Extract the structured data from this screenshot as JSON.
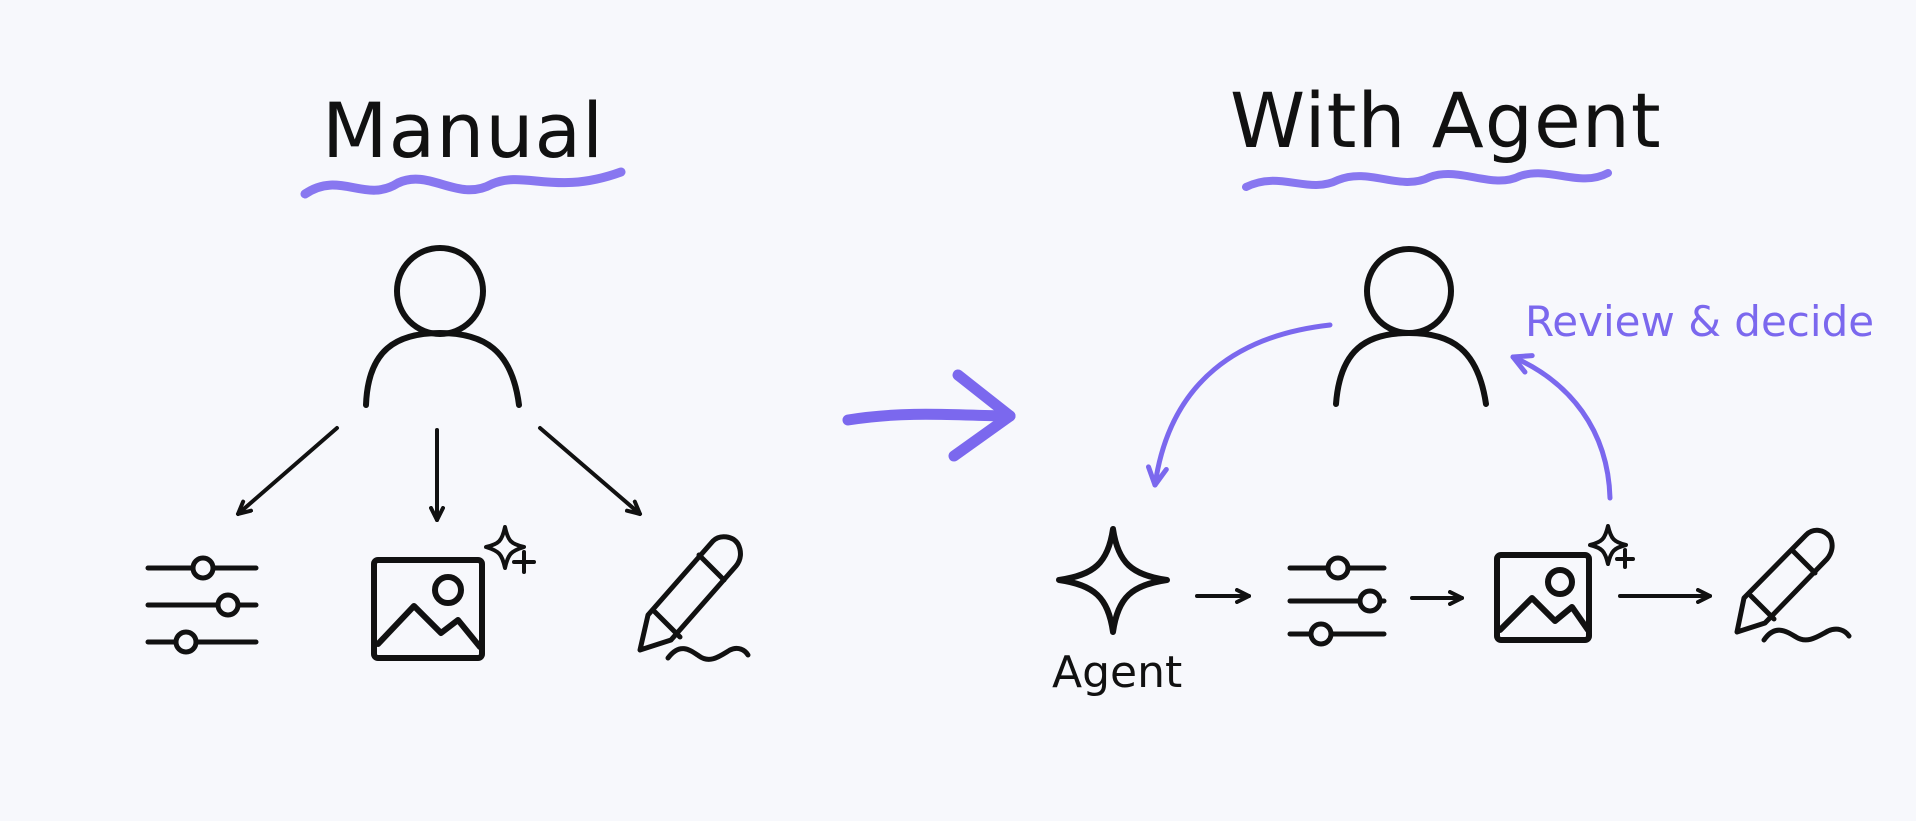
{
  "diagram": {
    "manual": {
      "title": "Manual",
      "icons": [
        "person-icon",
        "sliders-icon",
        "image-sparkle-icon",
        "pencil-icon"
      ]
    },
    "agent": {
      "title": "With Agent",
      "agent_label": "Agent",
      "review_label": "Review & decide",
      "icons": [
        "person-icon",
        "agent-sparkle-icon",
        "sliders-icon",
        "image-sparkle-icon",
        "pencil-icon"
      ]
    }
  },
  "colors": {
    "ink": "#111111",
    "accent": "#7b68ee",
    "background": "#f7f8fc"
  }
}
